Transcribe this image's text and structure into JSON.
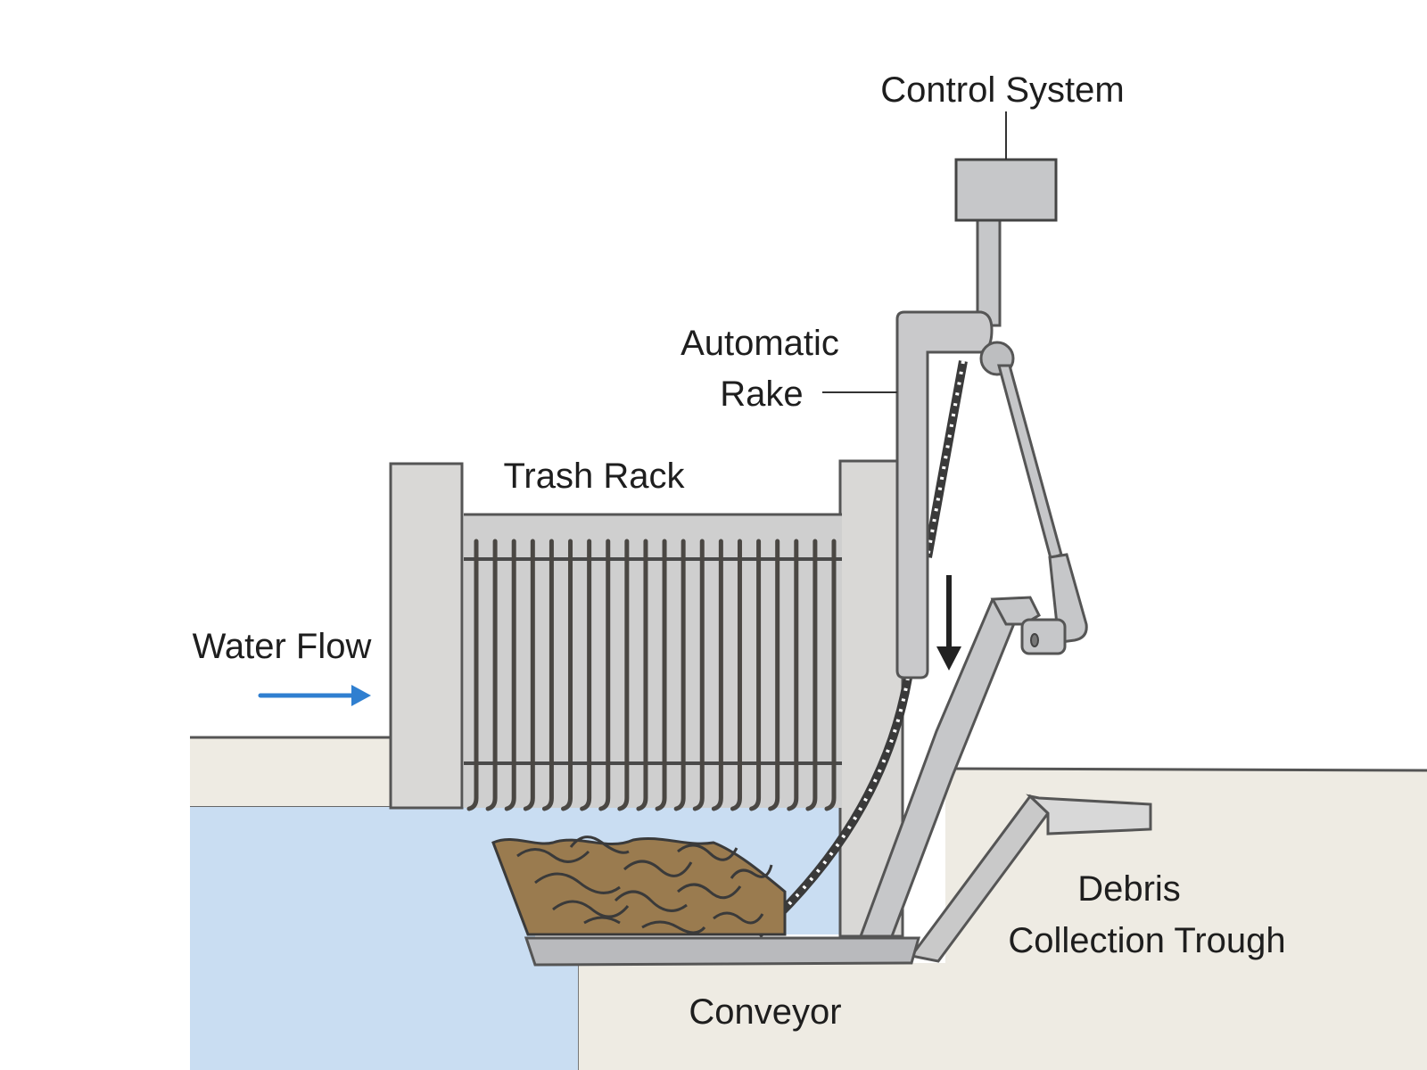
{
  "title": "Automatic Trash Rack Cleaning System",
  "labels": {
    "control_system": "Control System",
    "automatic_rake_line1": "Automatic",
    "automatic_rake_line2": "Rake",
    "trash_rack": "Trash Rack",
    "water_flow": "Water Flow",
    "debris_line1": "Debris",
    "debris_line2": "Collection Trough",
    "conveyor": "Conveyor"
  },
  "components": [
    {
      "id": "control-system",
      "label": "Control System"
    },
    {
      "id": "automatic-rake",
      "label": "Automatic Rake"
    },
    {
      "id": "trash-rack",
      "label": "Trash Rack",
      "bar_count": 20
    },
    {
      "id": "water-flow",
      "label": "Water Flow",
      "direction": "right"
    },
    {
      "id": "debris-collection-trough",
      "label": "Debris Collection Trough"
    },
    {
      "id": "conveyor",
      "label": "Conveyor"
    },
    {
      "id": "debris-pile",
      "label": ""
    }
  ],
  "arrows": [
    {
      "id": "water-flow-arrow",
      "direction": "right",
      "meaning": "water flow into rack"
    },
    {
      "id": "rake-motion-arrow",
      "direction": "down",
      "meaning": "rake travel"
    }
  ],
  "colors": {
    "water": "#c9ddf2",
    "ground": "#eeebe3",
    "metal": "#c6c7c9",
    "metal_dark": "#b4b5b8",
    "concrete": "#d9d8d6",
    "outline": "#4a4a4a",
    "debris": "#9a7b4f",
    "flow_arrow": "#2f7fd0",
    "text": "#1e1e1e"
  }
}
